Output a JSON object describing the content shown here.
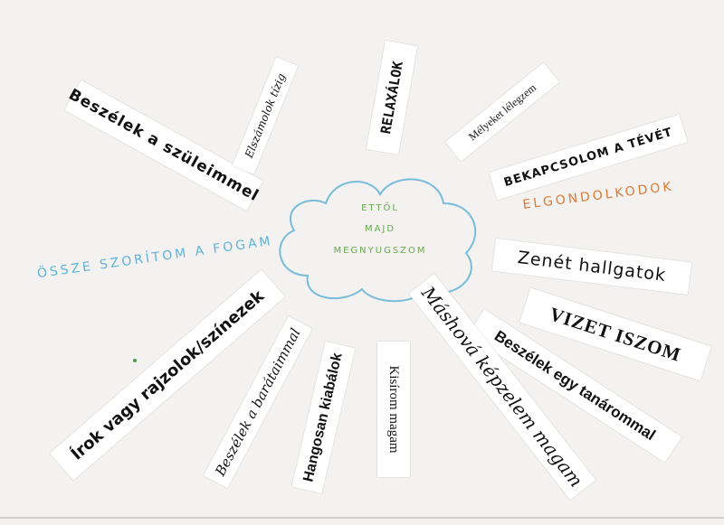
{
  "colors": {
    "cloud_stroke": "#79bcd9",
    "cloud_text": "#6aa84f",
    "handwriting_blue": "#5fb2d9",
    "handwriting_orange": "#e07a35",
    "dot_green": "#4a9a4a"
  },
  "center": {
    "lines": [
      "ETTŐL",
      "MAJD",
      "MEGNYUGSZOM"
    ]
  },
  "handwritten": {
    "left": "ÖSSZE SZORÍTOM A FOGAM",
    "right": "ELGONDOLKODOK"
  },
  "strips": {
    "beszelek_szuleimmel": "Beszélek a szüleimmel",
    "elszamolok_tizig": "Elszámolok tízig",
    "relaxalok": "RELAXÁLOK",
    "melyeket_lelegzem": "Mélyeket lélegzem",
    "bekapcsolom_teveт": "BEKAPCSOLOM A TÉVÉT",
    "zenet_hallgatok": "Zenét hallgatok",
    "vizet_iszom": "VIZET ISZOM",
    "beszelek_tanarommal": "Beszélek egy tanárommal",
    "mashova_kepzelem": "Máshová képzelem magam",
    "kisirom_magam": "Kisírom magam",
    "hangosan_kiabalok": "Hangosan kiabálok",
    "beszelek_baratokkal": "Beszélek a barátaimmal",
    "irok_rajzolok": "Írok vagy rajzolok/színezek"
  }
}
